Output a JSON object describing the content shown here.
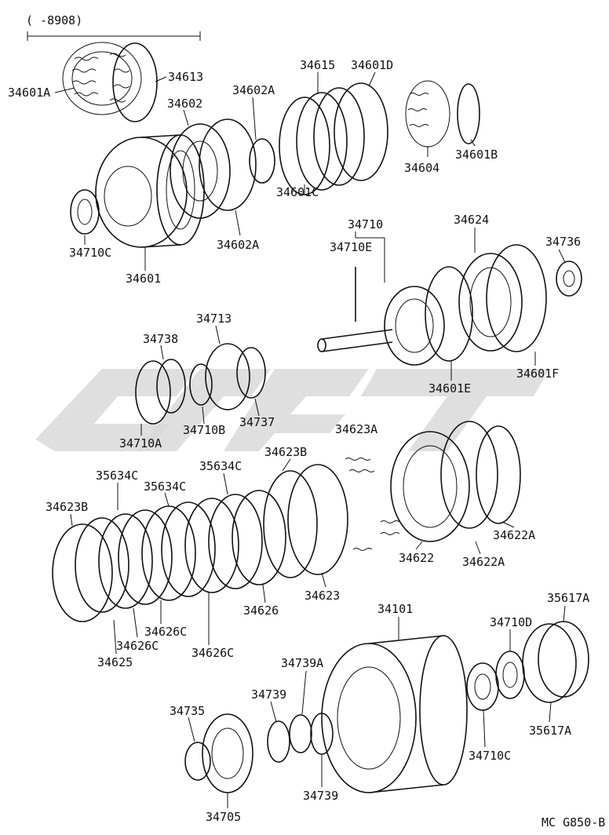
{
  "diagram": {
    "bracket_note": "(      -8908)",
    "code": "MC G850-B",
    "part_labels": [
      "34601A",
      "34613",
      "34602",
      "34602A",
      "34615",
      "34601D",
      "34604",
      "34601B",
      "34710C",
      "34601",
      "34602A",
      "34601C",
      "34710",
      "34710E",
      "34624",
      "34736",
      "34601E",
      "34601F",
      "34713",
      "34738",
      "34710A",
      "34710B",
      "34737",
      "34623A",
      "34623B",
      "35634C",
      "35634C",
      "35634C",
      "34623B",
      "34622",
      "34622A",
      "34622A",
      "34623",
      "34626",
      "34626C",
      "34626C",
      "34626C",
      "34625",
      "34101",
      "35617A",
      "34710D",
      "34739A",
      "34739",
      "34735",
      "34739",
      "34710C",
      "35617A",
      "34705"
    ]
  }
}
